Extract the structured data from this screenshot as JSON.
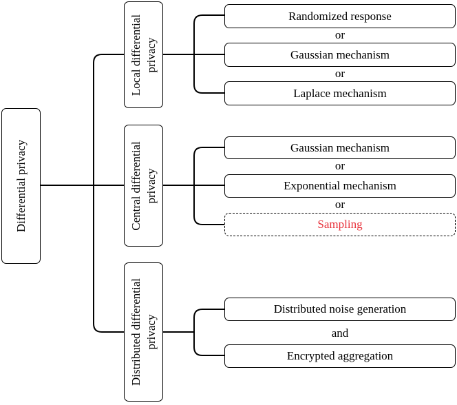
{
  "root": {
    "label": "Differential privacy"
  },
  "branches": [
    {
      "label_lines": [
        "Local differential",
        "privacy"
      ],
      "methods": [
        "Randomized response",
        "Gaussian mechanism",
        "Laplace mechanism"
      ],
      "connectors": [
        "or",
        "or"
      ]
    },
    {
      "label_lines": [
        "Central differential",
        "privacy"
      ],
      "methods": [
        "Gaussian mechanism",
        "Exponential mechanism",
        "Sampling"
      ],
      "connectors": [
        "or",
        "or"
      ]
    },
    {
      "label_lines": [
        "Distributed differential",
        "privacy"
      ],
      "methods": [
        "Distributed noise generation",
        "Encrypted aggregation"
      ],
      "connectors": [
        "and"
      ]
    }
  ],
  "colors": {
    "line": "#000000",
    "highlight": "#e8313a"
  }
}
